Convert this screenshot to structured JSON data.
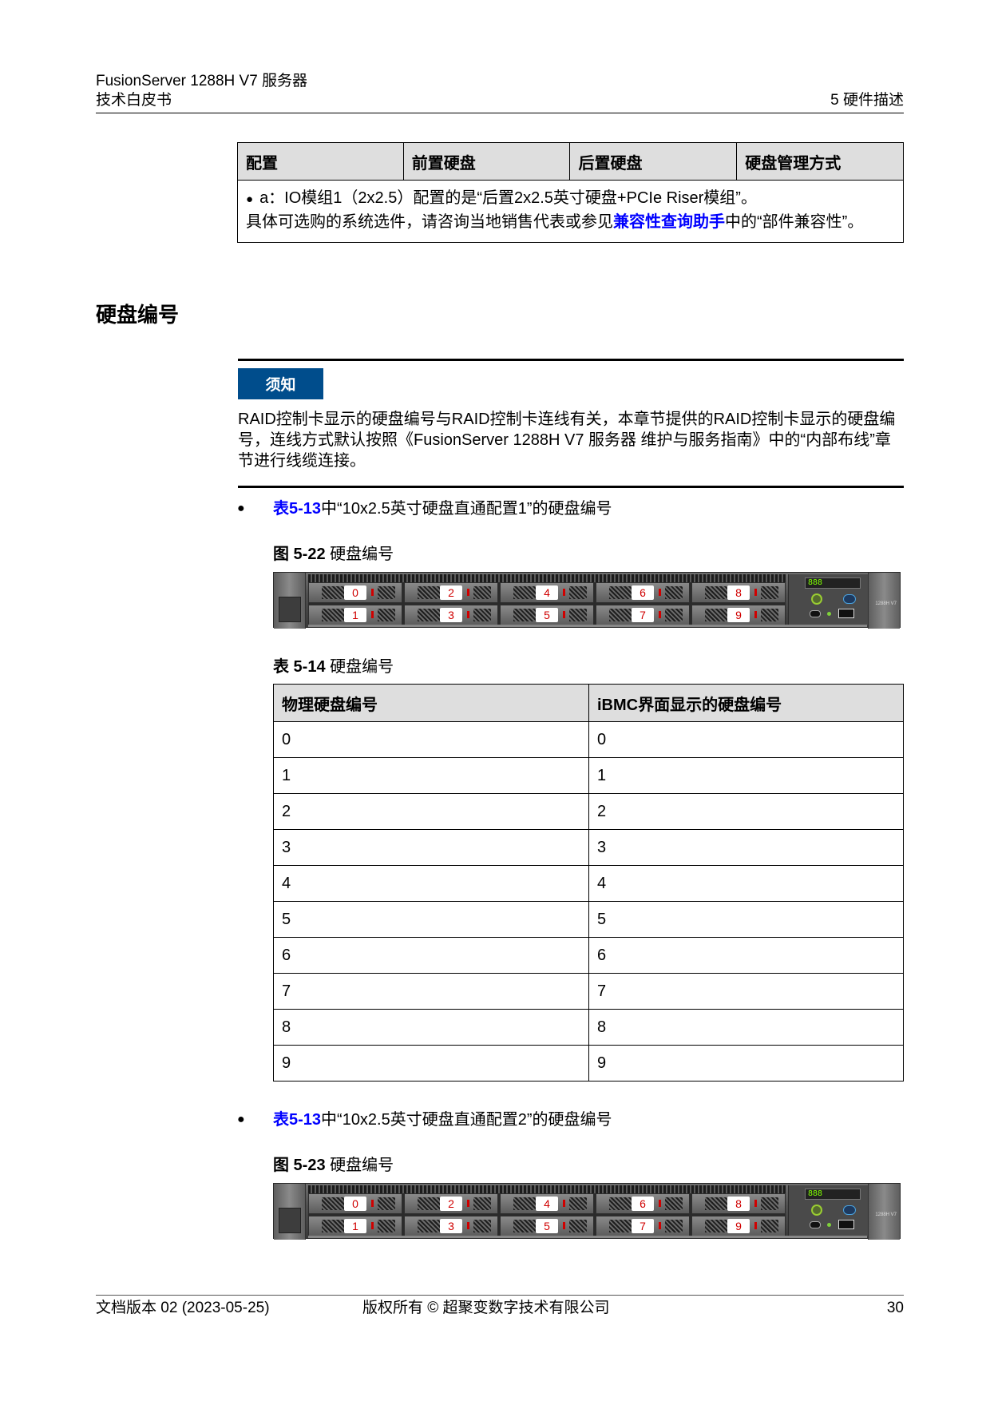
{
  "header": {
    "product": "FusionServer 1288H V7 服务器",
    "doc_type": "技术白皮书",
    "chapter": "5 硬件描述"
  },
  "top_table": {
    "columns": [
      "配置",
      "前置硬盘",
      "后置硬盘",
      "硬盘管理方式"
    ],
    "note_bullet": "●",
    "note_line": "a：IO模组1（2x2.5）配置的是“后置2x2.5英寸硬盘+PCIe Riser模组”。",
    "footnote_prefix": "具体可选购的系统选件，请咨询当地销售代表或参见",
    "footnote_link": "兼容性查询助手",
    "footnote_suffix": "中的“部件兼容性”。"
  },
  "section": {
    "title": "硬盘编号"
  },
  "notice": {
    "badge": "须知",
    "text": "RAID控制卡显示的硬盘编号与RAID控制卡连线有关，本章节提供的RAID控制卡显示的硬盘编号，连线方式默认按照《FusionServer 1288H V7 服务器 维护与服务指南》中的“内部布线”章节进行线缆连接。"
  },
  "items": [
    {
      "bullet": "●",
      "link": "表5-13",
      "text": "中“10x2.5英寸硬盘直通配置1”的硬盘编号",
      "figure_label": "图 5-22",
      "figure_title": "硬盘编号",
      "bays": [
        "0",
        "2",
        "4",
        "6",
        "8",
        "1",
        "3",
        "5",
        "7",
        "9"
      ],
      "lcd": "888",
      "model": "1288H V7"
    },
    {
      "bullet": "●",
      "link": "表5-13",
      "text": "中“10x2.5英寸硬盘直通配置2”的硬盘编号",
      "figure_label": "图 5-23",
      "figure_title": "硬盘编号",
      "bays": [
        "0",
        "2",
        "4",
        "6",
        "8",
        "1",
        "3",
        "5",
        "7",
        "9"
      ],
      "lcd": "888",
      "model": "1288H V7"
    }
  ],
  "disk_table": {
    "caption_label": "表 5-14",
    "caption_title": "硬盘编号",
    "columns": [
      "物理硬盘编号",
      "iBMC界面显示的硬盘编号"
    ],
    "rows": [
      [
        "0",
        "0"
      ],
      [
        "1",
        "1"
      ],
      [
        "2",
        "2"
      ],
      [
        "3",
        "3"
      ],
      [
        "4",
        "4"
      ],
      [
        "5",
        "5"
      ],
      [
        "6",
        "6"
      ],
      [
        "7",
        "7"
      ],
      [
        "8",
        "8"
      ],
      [
        "9",
        "9"
      ]
    ]
  },
  "footer": {
    "version": "文档版本 02 (2023-05-25)",
    "copyright": "版权所有 © 超聚变数字技术有限公司",
    "page": "30"
  },
  "colors": {
    "link": "#0000ff",
    "notice_badge": "#004d8c",
    "table_header_bg": "#dedede",
    "bay_number": "#d00000"
  }
}
